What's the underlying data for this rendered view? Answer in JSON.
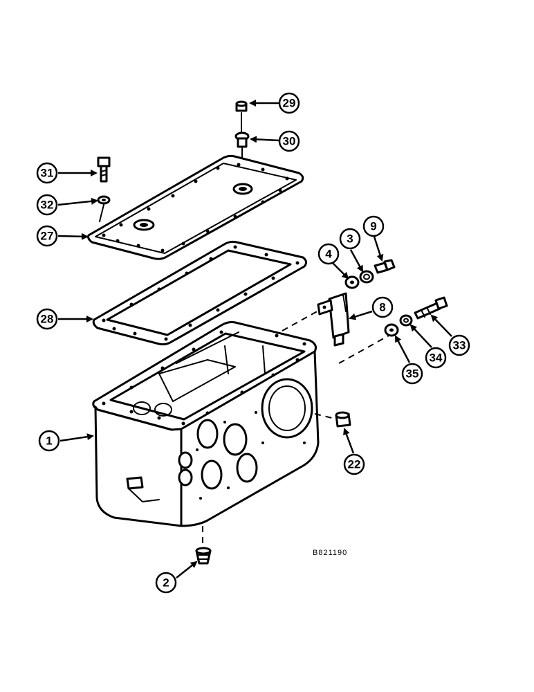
{
  "figure_code": "B821190",
  "callouts": [
    {
      "id": "c29",
      "label": "29"
    },
    {
      "id": "c30",
      "label": "30"
    },
    {
      "id": "c31",
      "label": "31"
    },
    {
      "id": "c32",
      "label": "32"
    },
    {
      "id": "c27",
      "label": "27"
    },
    {
      "id": "c28",
      "label": "28"
    },
    {
      "id": "c4",
      "label": "4"
    },
    {
      "id": "c3",
      "label": "3"
    },
    {
      "id": "c9",
      "label": "9"
    },
    {
      "id": "c8",
      "label": "8"
    },
    {
      "id": "c33",
      "label": "33"
    },
    {
      "id": "c34",
      "label": "34"
    },
    {
      "id": "c35",
      "label": "35"
    },
    {
      "id": "c1",
      "label": "1"
    },
    {
      "id": "c22",
      "label": "22"
    },
    {
      "id": "c2",
      "label": "2"
    }
  ]
}
